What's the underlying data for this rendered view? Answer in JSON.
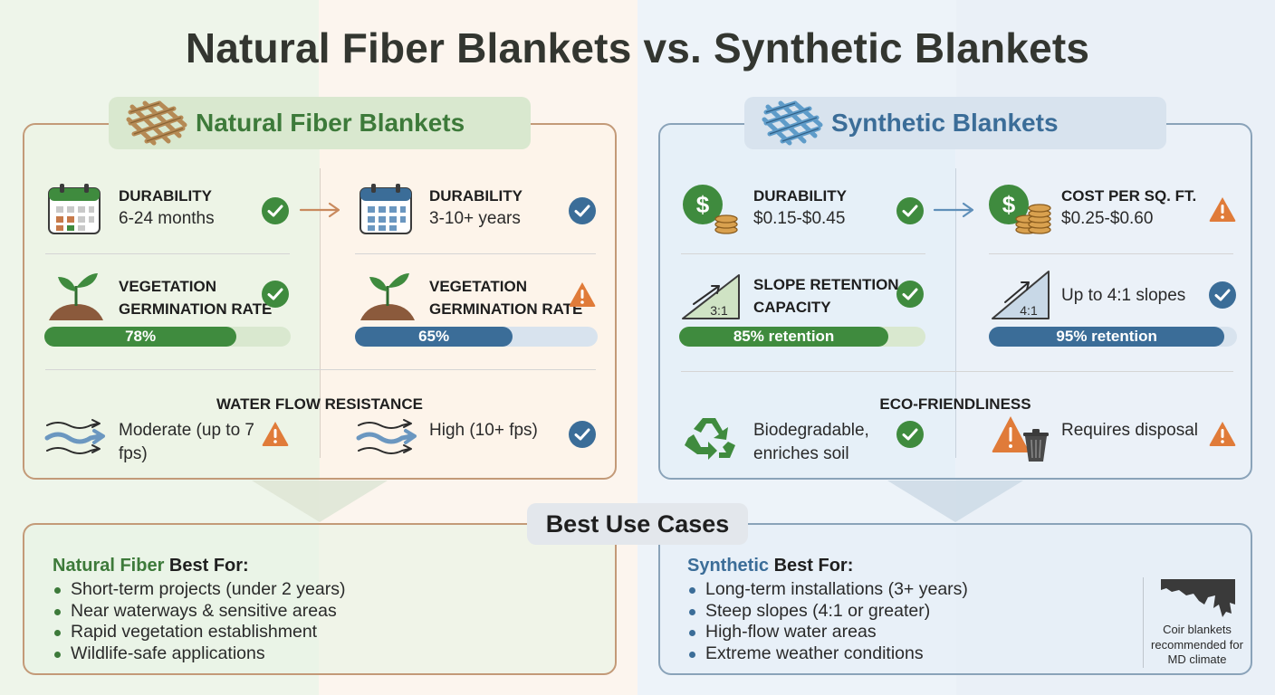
{
  "title": "Natural Fiber Blankets vs. Synthetic Blankets",
  "natural": {
    "header": "Natural Fiber Blankets",
    "durability": {
      "label": "DURABILITY",
      "value": "6-24 months"
    },
    "germination": {
      "label_line1": "VEGETATION",
      "label_line2": "GERMINATION RATE",
      "value": 78,
      "value_text": "78%"
    },
    "water": {
      "value": "Moderate (up to 7 fps)"
    }
  },
  "synthetic_col1": {
    "durability": {
      "label": "DURABILITY",
      "value": "3-10+ years"
    },
    "germination": {
      "label_line1": "VEGETATION",
      "label_line2": "GERMINATION RATE",
      "value": 65,
      "value_text": "65%"
    },
    "water": {
      "value": "High (10+ fps)"
    }
  },
  "water_section_label": "WATER FLOW RESISTANCE",
  "synthetic": {
    "header": "Synthetic Blankets",
    "cost_nat": {
      "label": "DURABILITY",
      "value": "$0.15-$0.45"
    },
    "cost_syn": {
      "label": "COST PER SQ. FT.",
      "value": "$0.25-$0.60"
    },
    "slope_nat": {
      "label_line1": "SLOPE RETENTION",
      "label_line2": "CAPACITY",
      "ratio": "3:1",
      "value": 85,
      "value_text": "85% retention"
    },
    "slope_syn": {
      "label": "Up to 4:1 slopes",
      "ratio": "4:1",
      "value": 95,
      "value_text": "95% retention"
    },
    "eco_nat": {
      "line1": "Biodegradable,",
      "line2": "enriches soil"
    },
    "eco_syn": {
      "value": "Requires disposal"
    }
  },
  "eco_section_label": "ECO-FRIENDLINESS",
  "use_cases": {
    "header": "Best Use Cases",
    "natural": {
      "title_accent": "Natural Fiber",
      "title_rest": " Best For:",
      "items": [
        "Short-term projects (under 2 years)",
        "Near waterways & sensitive areas",
        "Rapid vegetation establishment",
        "Wildlife-safe applications"
      ]
    },
    "synthetic": {
      "title_accent": "Synthetic",
      "title_rest": " Best For:",
      "items": [
        "Long-term installations (3+ years)",
        "Steep slopes (4:1 or greater)",
        "High-flow water areas",
        "Extreme weather conditions"
      ]
    },
    "md_note": "Coir blankets recommended for MD climate"
  },
  "colors": {
    "green": "#3f8b3e",
    "blue": "#3b6d98",
    "warning": "#e07b39",
    "green_track": "#d9e8cf",
    "blue_track": "#d8e3ee"
  }
}
